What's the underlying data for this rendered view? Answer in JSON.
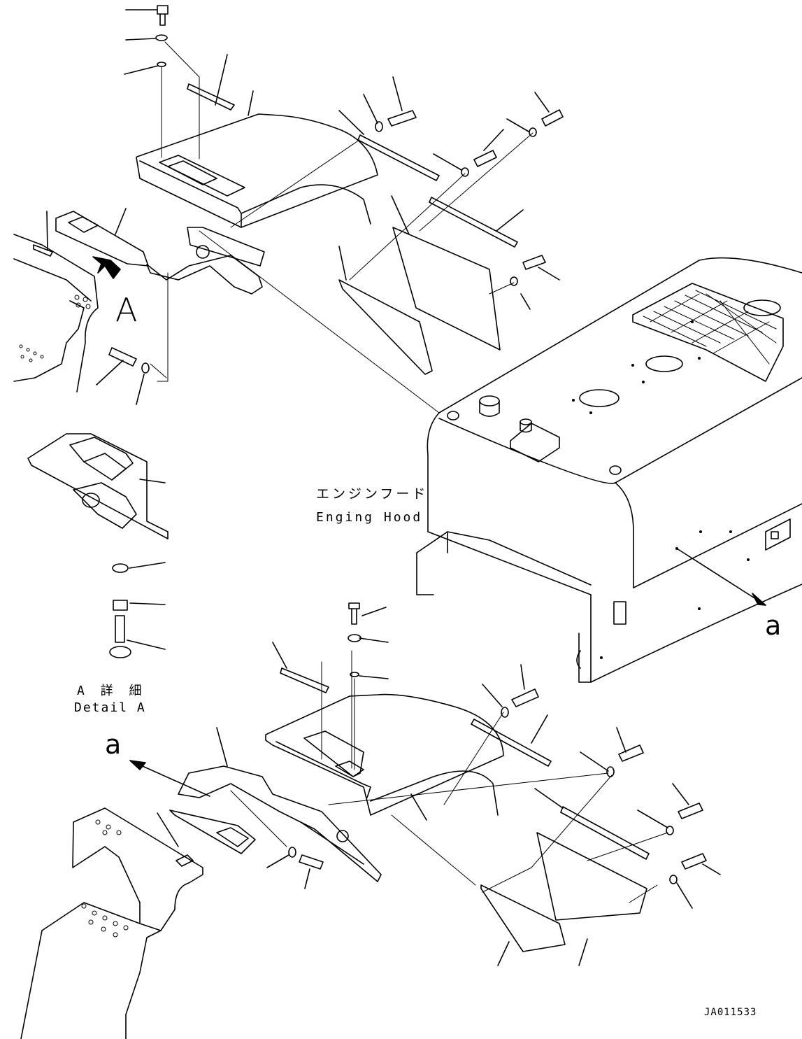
{
  "labels": {
    "engine_hood_jp": "エンジンフード",
    "engine_hood_en": "Enging Hood",
    "detail_jp": "A 詳 細",
    "detail_en": "Detail A",
    "view_arrow_letter": "A",
    "ref_a_right": "a",
    "ref_a_left": "a",
    "drawing_number": "JA011533"
  },
  "colors": {
    "line": "#000000",
    "background": "#ffffff"
  }
}
